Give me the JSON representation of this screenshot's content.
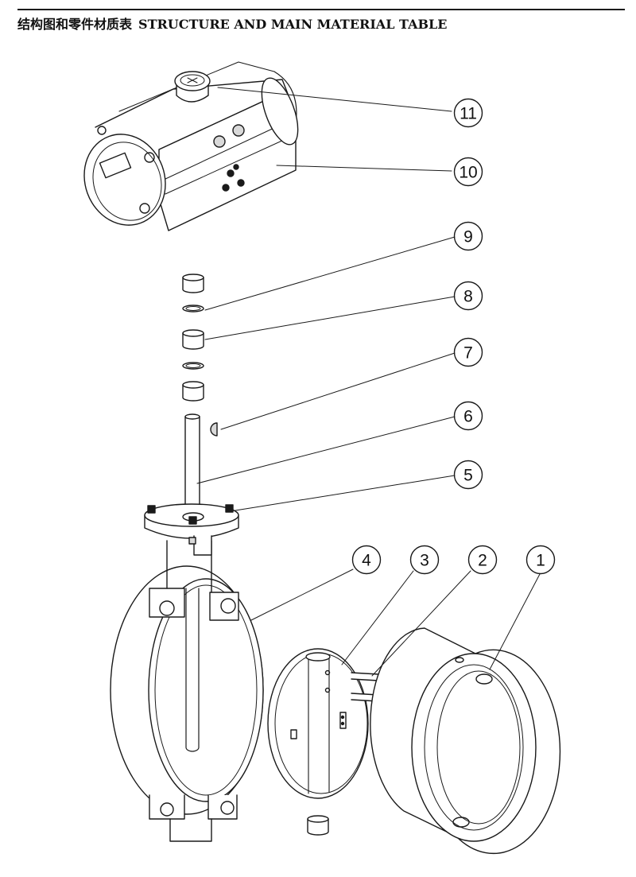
{
  "header": {
    "title_cn": "结构图和零件材质表",
    "title_en": "STRUCTURE AND MAIN MATERIAL TABLE"
  },
  "diagram": {
    "callouts": [
      {
        "id": "11",
        "label": "11"
      },
      {
        "id": "10",
        "label": "10"
      },
      {
        "id": "9",
        "label": "9"
      },
      {
        "id": "8",
        "label": "8"
      },
      {
        "id": "7",
        "label": "7"
      },
      {
        "id": "6",
        "label": "6"
      },
      {
        "id": "5",
        "label": "5"
      },
      {
        "id": "4",
        "label": "4"
      },
      {
        "id": "3",
        "label": "3"
      },
      {
        "id": "2",
        "label": "2"
      },
      {
        "id": "1",
        "label": "1"
      }
    ],
    "colors": {
      "line": "#1a1a1a",
      "fill": "#ffffff",
      "shade": "#d9d9d9"
    }
  }
}
